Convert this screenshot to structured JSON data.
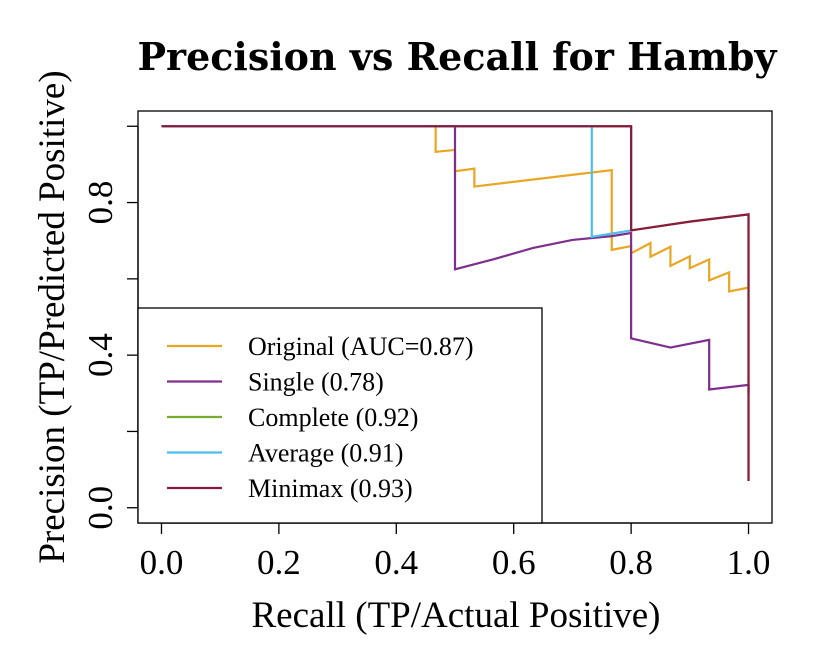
{
  "chart_data": {
    "type": "line",
    "title": "Precision vs Recall for Hamby",
    "xlabel": "Recall (TP/Actual Positive)",
    "ylabel": "Precision (TP/Predicted Positive)",
    "xlim": [
      -0.04,
      1.04
    ],
    "ylim": [
      -0.04,
      1.04
    ],
    "xticks": [
      0.0,
      0.2,
      0.4,
      0.6,
      0.8,
      1.0
    ],
    "xtick_labels": [
      "0.0",
      "0.2",
      "0.4",
      "0.6",
      "0.8",
      "1.0"
    ],
    "yticks": [
      0.0,
      0.2,
      0.4,
      0.6,
      0.8,
      1.0
    ],
    "ytick_labels": [
      "0.0",
      "",
      "0.4",
      "",
      "0.8",
      ""
    ],
    "grid": false,
    "legend_position": "bottom-left",
    "series": [
      {
        "name": "Original (AUC=0.87)",
        "color": "#E8A623",
        "points": [
          [
            0.0,
            1.0
          ],
          [
            0.467,
            1.0
          ],
          [
            0.467,
            0.933
          ],
          [
            0.5,
            0.938
          ],
          [
            0.5,
            0.882
          ],
          [
            0.533,
            0.889
          ],
          [
            0.533,
            0.842
          ],
          [
            0.767,
            0.885
          ],
          [
            0.767,
            0.676
          ],
          [
            0.8,
            0.686
          ],
          [
            0.8,
            0.667
          ],
          [
            0.833,
            0.694
          ],
          [
            0.833,
            0.658
          ],
          [
            0.867,
            0.684
          ],
          [
            0.867,
            0.634
          ],
          [
            0.9,
            0.659
          ],
          [
            0.9,
            0.628
          ],
          [
            0.933,
            0.651
          ],
          [
            0.933,
            0.596
          ],
          [
            0.967,
            0.617
          ],
          [
            0.967,
            0.567
          ],
          [
            1.0,
            0.577
          ]
        ]
      },
      {
        "name": "Single (0.78)",
        "color": "#7E2F8E",
        "points": [
          [
            0.0,
            1.0
          ],
          [
            0.5,
            1.0
          ],
          [
            0.5,
            0.625
          ],
          [
            0.567,
            0.652
          ],
          [
            0.633,
            0.681
          ],
          [
            0.7,
            0.702
          ],
          [
            0.767,
            0.712
          ],
          [
            0.8,
            0.72
          ],
          [
            0.8,
            0.444
          ],
          [
            0.867,
            0.42
          ],
          [
            0.933,
            0.44
          ],
          [
            0.933,
            0.31
          ],
          [
            1.0,
            0.322
          ],
          [
            1.0,
            0.3
          ]
        ]
      },
      {
        "name": "Complete (0.92)",
        "color": "#77AC30",
        "points": [
          [
            0.0,
            1.0
          ],
          [
            0.8,
            1.0
          ],
          [
            0.8,
            0.727
          ],
          [
            0.9,
            0.75
          ],
          [
            1.0,
            0.769
          ],
          [
            1.0,
            0.07
          ]
        ]
      },
      {
        "name": "Average (0.91)",
        "color": "#4DBEEE",
        "points": [
          [
            0.0,
            1.0
          ],
          [
            0.733,
            1.0
          ],
          [
            0.733,
            0.71
          ],
          [
            0.8,
            0.727
          ],
          [
            0.8,
            1.0
          ]
        ]
      },
      {
        "name": "Minimax (0.93)",
        "color": "#8B1A3F",
        "points": [
          [
            0.0,
            1.0
          ],
          [
            0.8,
            1.0
          ],
          [
            0.8,
            0.727
          ],
          [
            0.9,
            0.75
          ],
          [
            1.0,
            0.769
          ],
          [
            1.0,
            0.07
          ]
        ]
      }
    ]
  }
}
